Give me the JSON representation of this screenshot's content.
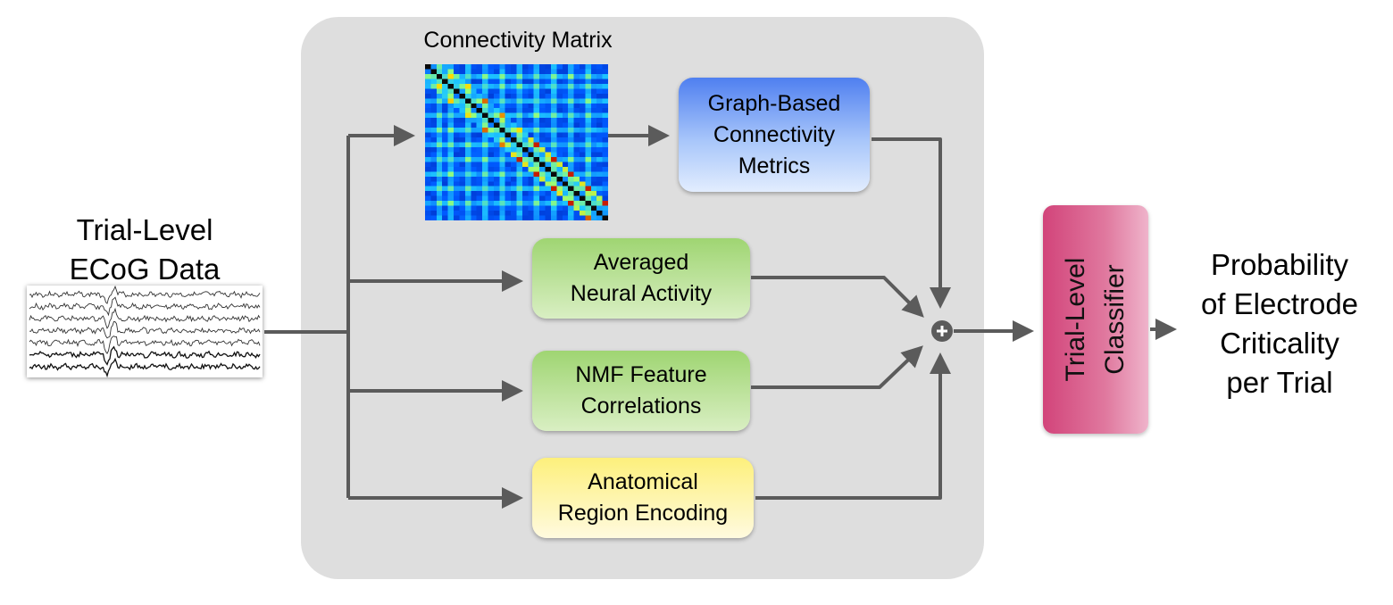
{
  "input": {
    "title_line1": "Trial-Level",
    "title_line2": "ECoG Data"
  },
  "matrix": {
    "title": "Connectivity Matrix"
  },
  "boxes": {
    "graph": {
      "line1": "Graph-Based",
      "line2": "Connectivity",
      "line3": "Metrics"
    },
    "avg": {
      "line1": "Averaged",
      "line2": "Neural Activity"
    },
    "nmf": {
      "line1": "NMF Feature",
      "line2": "Correlations"
    },
    "anat": {
      "line1": "Anatomical",
      "line2": "Region Encoding"
    }
  },
  "classifier": {
    "line1": "Trial-Level",
    "line2": "Classifier"
  },
  "output": {
    "line1": "Probability",
    "line2": "of Electrode",
    "line3": "Criticality",
    "line4": "per Trial"
  },
  "colors": {
    "arrow": "#5b5b5b",
    "panel": "#dedede",
    "graph_box": "#6e98f4",
    "green_box": "#b6e08f",
    "yellow_box": "#fdf49c",
    "classifier": "#d95b8c"
  }
}
